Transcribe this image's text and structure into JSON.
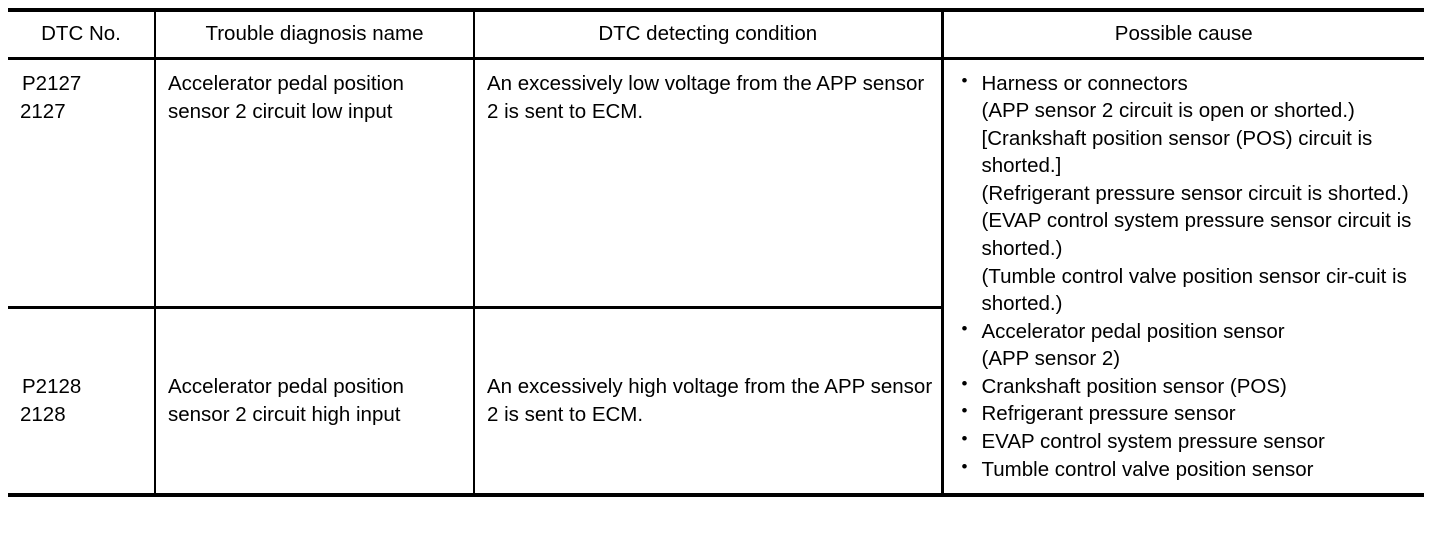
{
  "table": {
    "headers": [
      {
        "label": "DTC No."
      },
      {
        "label": "Trouble diagnosis name"
      },
      {
        "label": "DTC detecting condition"
      },
      {
        "label": "Possible cause"
      }
    ],
    "rows": [
      {
        "dtc_no": "P2127\n2127",
        "trouble_diagnosis_name": "Accelerator pedal position sensor 2 circuit low input",
        "dtc_detecting_condition": "An excessively low voltage from the APP sensor 2 is sent to ECM."
      },
      {
        "dtc_no": "P2128\n2128",
        "trouble_diagnosis_name": "Accelerator pedal position sensor 2 circuit high input",
        "dtc_detecting_condition": "An excessively high voltage from the APP sensor 2 is sent to ECM."
      }
    ],
    "possible_cause": {
      "bullet_glyph": "•",
      "items": [
        {
          "lead": "Harness or connectors",
          "sub_lines": [
            "(APP sensor 2 circuit is open or shorted.)",
            "[Crankshaft position sensor (POS) circuit is shorted.]",
            "(Refrigerant pressure sensor circuit is shorted.)",
            "(EVAP control system pressure sensor circuit is shorted.)",
            "(Tumble control valve position sensor cir-cuit is shorted.)"
          ]
        },
        {
          "lead": "Accelerator pedal position sensor",
          "sub_lines": [
            "(APP sensor 2)"
          ]
        },
        {
          "lead": "Crankshaft position sensor (POS)",
          "sub_lines": []
        },
        {
          "lead": "Refrigerant pressure sensor",
          "sub_lines": []
        },
        {
          "lead": "EVAP control system pressure sensor",
          "sub_lines": []
        },
        {
          "lead": "Tumble control valve position sensor",
          "sub_lines": []
        }
      ]
    }
  },
  "colors": {
    "ink": "#000000",
    "paper": "#ffffff"
  }
}
